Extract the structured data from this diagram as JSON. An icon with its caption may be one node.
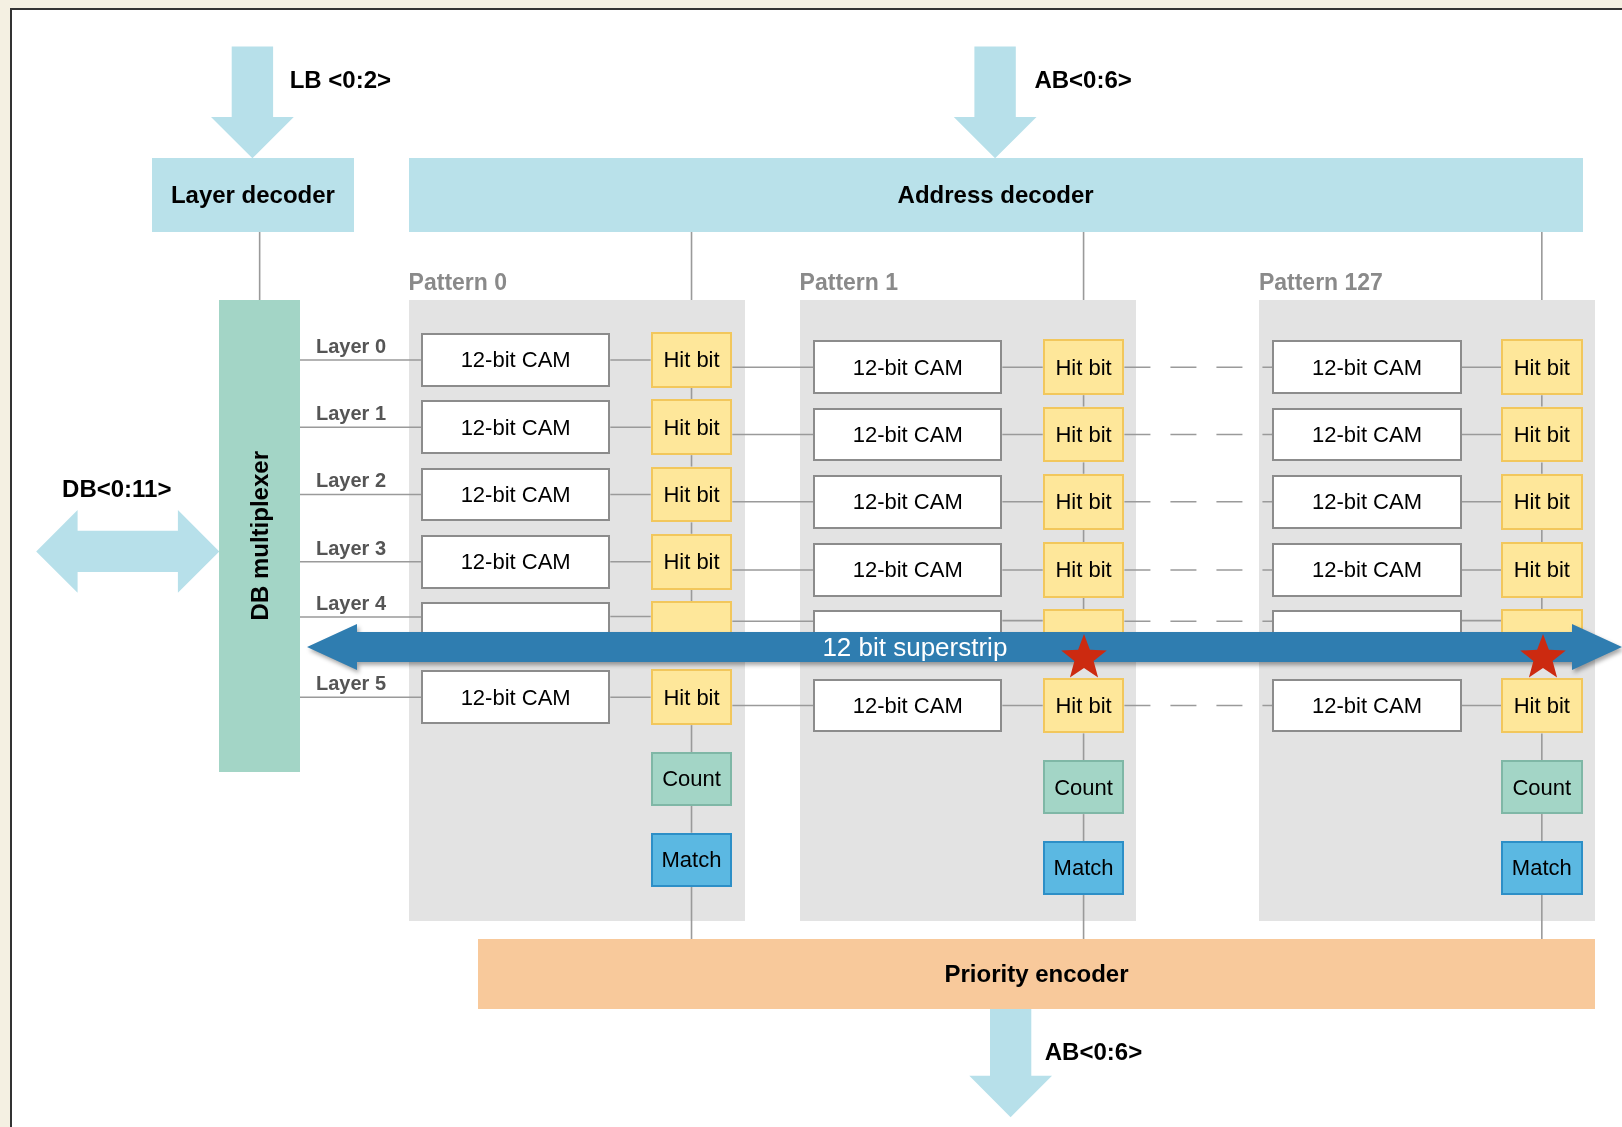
{
  "diagram": {
    "nodes": [
      {
        "text": [
          "Layer decoder"
        ]
      },
      {
        "text": [
          "Address decoder"
        ]
      },
      {
        "text": [
          "DB multiplexer"
        ]
      },
      {
        "text": [
          "Pattern 0"
        ]
      },
      {
        "text": [
          "12-bit CAM"
        ],
        "in": 3
      },
      {
        "text": [
          "Hit bit"
        ],
        "in": 3
      },
      {
        "text": [
          "12-bit CAM"
        ],
        "in": 3
      },
      {
        "text": [
          "Hit bit"
        ],
        "in": 3
      },
      {
        "text": [
          "12-bit CAM"
        ],
        "in": 3
      },
      {
        "text": [
          "Hit bit"
        ],
        "in": 3
      },
      {
        "text": [
          "12-bit CAM"
        ],
        "in": 3
      },
      {
        "text": [
          "Hit bit"
        ],
        "in": 3
      },
      {
        "text": [],
        "shape": "box",
        "in": 3
      },
      {
        "text": [],
        "shape": "box",
        "in": 3
      },
      {
        "text": [
          "12-bit CAM"
        ],
        "in": 3
      },
      {
        "text": [
          "Hit bit"
        ],
        "in": 3
      },
      {
        "text": [
          "Count"
        ],
        "in": 3
      },
      {
        "text": [
          "Match"
        ],
        "in": 3
      },
      {
        "text": [
          "Pattern 1"
        ]
      },
      {
        "text": [
          "12-bit CAM"
        ],
        "in": 18
      },
      {
        "text": [
          "Hit bit"
        ],
        "in": 18
      },
      {
        "text": [
          "12-bit CAM"
        ],
        "in": 18
      },
      {
        "text": [
          "Hit bit"
        ],
        "in": 18
      },
      {
        "text": [
          "12-bit CAM"
        ],
        "in": 18
      },
      {
        "text": [
          "Hit bit"
        ],
        "in": 18
      },
      {
        "text": [
          "12-bit CAM"
        ],
        "in": 18
      },
      {
        "text": [
          "Hit bit"
        ],
        "in": 18
      },
      {
        "text": [],
        "shape": "box",
        "in": 18
      },
      {
        "text": [],
        "shape": "box",
        "in": 18
      },
      {
        "text": [
          "12-bit CAM"
        ],
        "in": 18
      },
      {
        "text": [
          "Hit bit"
        ],
        "in": 18
      },
      {
        "text": [
          "Count"
        ],
        "in": 18
      },
      {
        "text": [
          "Match"
        ],
        "in": 18
      },
      {
        "text": [
          "Pattern 127"
        ]
      },
      {
        "text": [
          "12-bit CAM"
        ],
        "in": 33
      },
      {
        "text": [
          "Hit bit"
        ],
        "in": 33
      },
      {
        "text": [
          "12-bit CAM"
        ],
        "in": 33
      },
      {
        "text": [
          "Hit bit"
        ],
        "in": 33
      },
      {
        "text": [
          "12-bit CAM"
        ],
        "in": 33
      },
      {
        "text": [
          "Hit bit"
        ],
        "in": 33
      },
      {
        "text": [
          "12-bit CAM"
        ],
        "in": 33
      },
      {
        "text": [
          "Hit bit"
        ],
        "in": 33
      },
      {
        "text": [],
        "shape": "box",
        "in": 33
      },
      {
        "text": [],
        "shape": "box",
        "in": 33
      },
      {
        "text": [
          "12-bit CAM"
        ],
        "in": 33
      },
      {
        "text": [
          "Hit bit"
        ],
        "in": 33
      },
      {
        "text": [
          "Count"
        ],
        "in": 33
      },
      {
        "text": [
          "Match"
        ],
        "in": 33
      },
      {
        "text": [
          "Priority encoder"
        ]
      },
      {
        "text": [
          "12 bit superstrip"
        ]
      },
      {
        "text": [],
        "shape": "star",
        "in": 18
      },
      {
        "text": [],
        "shape": "star",
        "in": 33
      }
    ],
    "edges": [
      {
        "from": null,
        "to": 0,
        "arrow": "to",
        "label": "LB <0:2>",
        "style": "thick",
        "color": "#b7e0ea"
      },
      {
        "from": null,
        "to": 1,
        "arrow": "to",
        "label": "AB<0:6>",
        "style": "thick",
        "color": "#b7e0ea"
      },
      {
        "from": null,
        "to": 2,
        "arrow": "both",
        "label": "DB<0:11>",
        "style": "thick",
        "color": "#b7e0ea"
      },
      {
        "from": 0,
        "to": 2,
        "arrow": "none"
      },
      {
        "from": 1,
        "to": 3,
        "arrow": "none"
      },
      {
        "from": 1,
        "to": 18,
        "arrow": "none"
      },
      {
        "from": 1,
        "to": 33,
        "arrow": "none"
      },
      {
        "from": 2,
        "to": 4,
        "arrow": "none",
        "label": "Layer 0"
      },
      {
        "from": 2,
        "to": 6,
        "arrow": "none",
        "label": "Layer 1"
      },
      {
        "from": 2,
        "to": 8,
        "arrow": "none",
        "label": "Layer 2"
      },
      {
        "from": 2,
        "to": 10,
        "arrow": "none",
        "label": "Layer 3"
      },
      {
        "from": 2,
        "to": 12,
        "arrow": "none",
        "label": "Layer 4"
      },
      {
        "from": 2,
        "to": 14,
        "arrow": "none",
        "label": "Layer 5"
      },
      {
        "from": 4,
        "to": 5,
        "arrow": "none"
      },
      {
        "from": 6,
        "to": 7,
        "arrow": "none"
      },
      {
        "from": 8,
        "to": 9,
        "arrow": "none"
      },
      {
        "from": 10,
        "to": 11,
        "arrow": "none"
      },
      {
        "from": 12,
        "to": 13,
        "arrow": "none"
      },
      {
        "from": 14,
        "to": 15,
        "arrow": "none"
      },
      {
        "from": 19,
        "to": 20,
        "arrow": "none"
      },
      {
        "from": 21,
        "to": 22,
        "arrow": "none"
      },
      {
        "from": 23,
        "to": 24,
        "arrow": "none"
      },
      {
        "from": 25,
        "to": 26,
        "arrow": "none"
      },
      {
        "from": 27,
        "to": 28,
        "arrow": "none"
      },
      {
        "from": 29,
        "to": 30,
        "arrow": "none"
      },
      {
        "from": 34,
        "to": 35,
        "arrow": "none"
      },
      {
        "from": 36,
        "to": 37,
        "arrow": "none"
      },
      {
        "from": 38,
        "to": 39,
        "arrow": "none"
      },
      {
        "from": 40,
        "to": 41,
        "arrow": "none"
      },
      {
        "from": 42,
        "to": 43,
        "arrow": "none"
      },
      {
        "from": 44,
        "to": 45,
        "arrow": "none"
      },
      {
        "from": 5,
        "to": 19,
        "arrow": "none"
      },
      {
        "from": 7,
        "to": 21,
        "arrow": "none"
      },
      {
        "from": 9,
        "to": 23,
        "arrow": "none"
      },
      {
        "from": 11,
        "to": 25,
        "arrow": "none"
      },
      {
        "from": 13,
        "to": 27,
        "arrow": "none"
      },
      {
        "from": 15,
        "to": 29,
        "arrow": "none"
      },
      {
        "from": 20,
        "to": 34,
        "arrow": "none",
        "style": "dashed"
      },
      {
        "from": 22,
        "to": 36,
        "arrow": "none",
        "style": "dashed"
      },
      {
        "from": 24,
        "to": 38,
        "arrow": "none",
        "style": "dashed"
      },
      {
        "from": 26,
        "to": 40,
        "arrow": "none",
        "style": "dashed"
      },
      {
        "from": 28,
        "to": 42,
        "arrow": "none",
        "style": "dashed"
      },
      {
        "from": 30,
        "to": 44,
        "arrow": "none",
        "style": "dashed"
      },
      {
        "from": 5,
        "to": 7,
        "arrow": "none"
      },
      {
        "from": 7,
        "to": 9,
        "arrow": "none"
      },
      {
        "from": 9,
        "to": 11,
        "arrow": "none"
      },
      {
        "from": 11,
        "to": 13,
        "arrow": "none"
      },
      {
        "from": 20,
        "to": 22,
        "arrow": "none"
      },
      {
        "from": 22,
        "to": 24,
        "arrow": "none"
      },
      {
        "from": 24,
        "to": 26,
        "arrow": "none"
      },
      {
        "from": 26,
        "to": 28,
        "arrow": "none"
      },
      {
        "from": 35,
        "to": 37,
        "arrow": "none"
      },
      {
        "from": 37,
        "to": 39,
        "arrow": "none"
      },
      {
        "from": 39,
        "to": 41,
        "arrow": "none"
      },
      {
        "from": 41,
        "to": 43,
        "arrow": "none"
      },
      {
        "from": 15,
        "to": 16,
        "arrow": "none"
      },
      {
        "from": 30,
        "to": 31,
        "arrow": "none"
      },
      {
        "from": 45,
        "to": 46,
        "arrow": "none"
      },
      {
        "from": 16,
        "to": 17,
        "arrow": "none"
      },
      {
        "from": 31,
        "to": 32,
        "arrow": "none"
      },
      {
        "from": 46,
        "to": 47,
        "arrow": "none"
      },
      {
        "from": 17,
        "to": 48,
        "arrow": "none"
      },
      {
        "from": 32,
        "to": 48,
        "arrow": "none"
      },
      {
        "from": 47,
        "to": 48,
        "arrow": "none"
      },
      {
        "from": 48,
        "to": null,
        "arrow": "to",
        "label": "AB<0:6>",
        "style": "thick",
        "color": "#b7e0ea"
      }
    ]
  }
}
